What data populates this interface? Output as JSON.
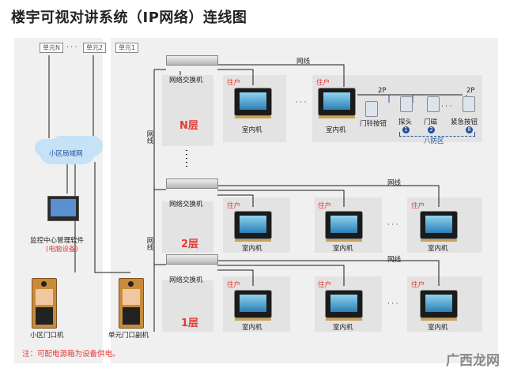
{
  "title": "楼宇可视对讲系统（IP网络）连线图",
  "units": {
    "unit_n": "单元N",
    "dots": "· · ·",
    "unit_2": "单元2",
    "unit_1": "单元1"
  },
  "cloud_label": "小区局域网",
  "monitor_pc": {
    "label": "监控中心管理软件",
    "sublabel": "(电脑设备)"
  },
  "gate_panel": "小区门口机",
  "unit_panel": "单元门口副机",
  "note": "注：可配电源箱为设备供电。",
  "switch_label": "网络交换机",
  "cable_label": "网线",
  "resident_label": "住户",
  "indoor_label": "室内机",
  "floors": {
    "n": "N层",
    "two": "2层",
    "one": "1层"
  },
  "accessories": {
    "twop": "2P",
    "doorbell": "门铃按钮",
    "probe": "探头",
    "door_mag": "门磁",
    "emergency": "紧急按钮",
    "zones": "八防区",
    "n1": "1",
    "n2": "2",
    "n8": "8"
  },
  "ellipsis": "· · ·",
  "watermark": "广西龙网"
}
